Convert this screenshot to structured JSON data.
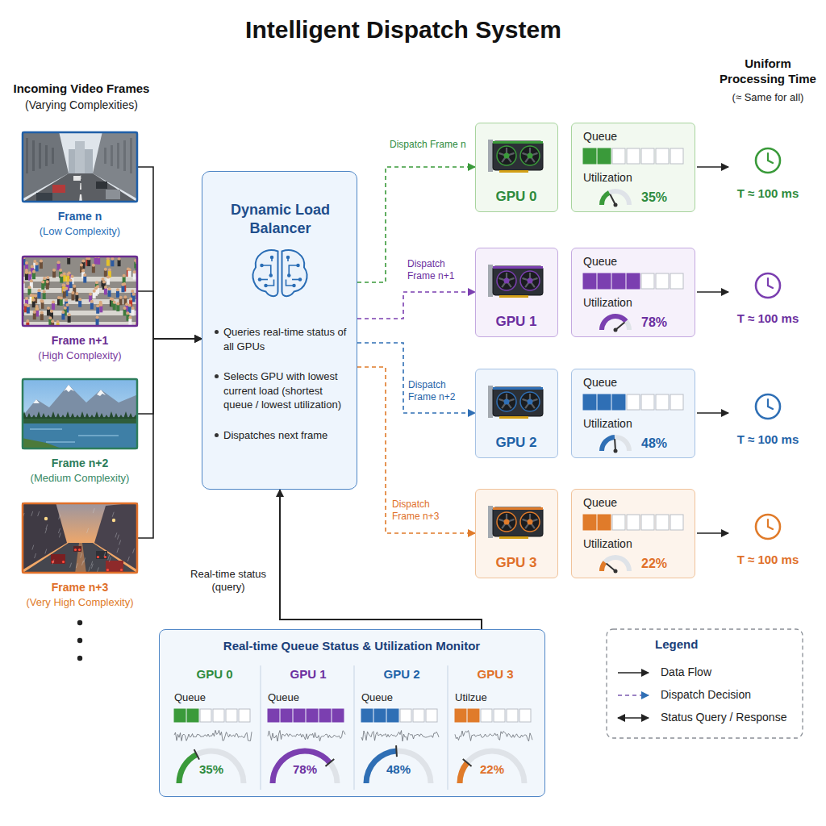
{
  "diagram": {
    "title": "Intelligent Dispatch System",
    "nodes": [
      {
        "text": [
          "Frame n",
          "(Low Complexity)"
        ]
      },
      {
        "text": [
          "Frame n+1",
          "(High Complexity)"
        ]
      },
      {
        "text": [
          "Frame n+2",
          "(Medium Complexity)"
        ]
      },
      {
        "text": [
          "Frame n+3",
          "(Very High Complexity)"
        ]
      },
      {
        "text": [
          "Dynamic Load Balancer",
          "Queries real-time status of all GPUs",
          "Selects GPU with lowest current load (shortest queue / lowest utilization)",
          "Dispatches next frame"
        ]
      },
      {
        "text": [
          "GPU 0"
        ]
      },
      {
        "text": [
          "Queue",
          "Utilization",
          "35%"
        ]
      },
      {
        "text": [
          "GPU 1"
        ]
      },
      {
        "text": [
          "Queue",
          "Utilization",
          "78%"
        ]
      },
      {
        "text": [
          "GPU 2"
        ]
      },
      {
        "text": [
          "Queue",
          "Utilization",
          "48%"
        ]
      },
      {
        "text": [
          "GPU 3"
        ]
      },
      {
        "text": [
          "Queue",
          "Utilization",
          "22%"
        ]
      },
      {
        "text": [
          "Real-time Queue Status & Utilization Monitor"
        ]
      },
      {
        "text": [
          "GPU 0",
          "Queue",
          "35%"
        ],
        "in": 13
      },
      {
        "text": [
          "GPU 1",
          "Queue",
          "78%"
        ],
        "in": 13
      },
      {
        "text": [
          "GPU 2",
          "Queue",
          "48%"
        ],
        "in": 13
      },
      {
        "text": [
          "GPU 3",
          "Utilzue",
          "22%"
        ],
        "in": 13
      }
    ],
    "edges": [
      {
        "from": 0,
        "to": 4,
        "arrow": "to"
      },
      {
        "from": 1,
        "to": 4,
        "arrow": "to"
      },
      {
        "from": 2,
        "to": 4,
        "arrow": "to"
      },
      {
        "from": 3,
        "to": 4,
        "arrow": "to"
      },
      {
        "from": 4,
        "to": 5,
        "label": "Dispatch Frame n",
        "arrow": "to"
      },
      {
        "from": 4,
        "to": 7,
        "label": "Dispatch Frame n+1",
        "arrow": "to"
      },
      {
        "from": 4,
        "to": 9,
        "label": "Dispatch Frame n+2",
        "arrow": "to"
      },
      {
        "from": 4,
        "to": 11,
        "label": "Dispatch Frame n+3",
        "arrow": "to"
      },
      {
        "from": 13,
        "to": 4,
        "label": "Real-time status (query)",
        "arrow": "to"
      }
    ],
    "labels": [
      "Incoming Video Frames",
      "(Varying Complexities)",
      "Uniform Processing Time",
      "(≈ Same for all)",
      "T ≈ 100 ms",
      "T ≈ 100 ms",
      "T ≈ 100 ms",
      "T ≈ 100 ms",
      "Legend"
    ],
    "legend": [
      {
        "text": "Data Flow"
      },
      {
        "text": "Dispatch Decision"
      },
      {
        "text": "Status Query / Response"
      }
    ]
  }
}
